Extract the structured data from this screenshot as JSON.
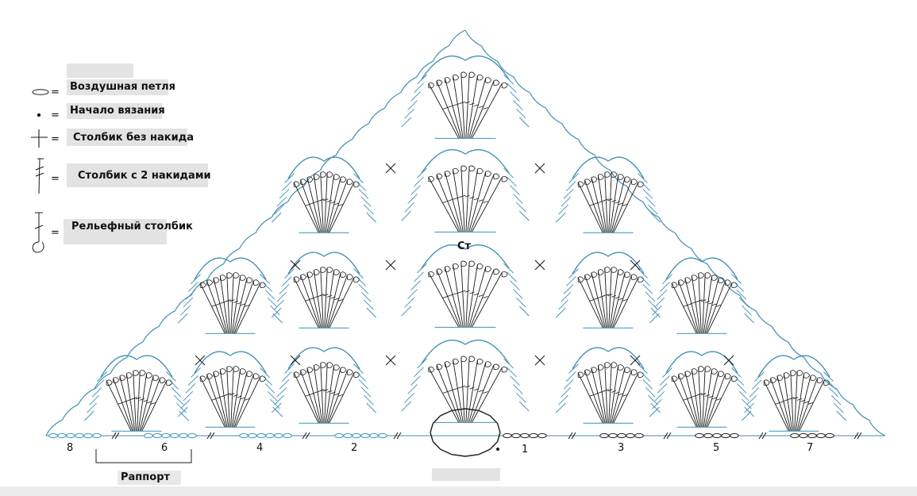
{
  "legend": {
    "items": [
      {
        "label": "Воздушная петля",
        "symbol": "chain-icon"
      },
      {
        "label": "Начало вязания",
        "symbol": "start-dot-icon"
      },
      {
        "label": "Столбик без накида",
        "symbol": "single-crochet-icon"
      },
      {
        "label": "Столбик с 2 накидами",
        "symbol": "double-treble-icon"
      },
      {
        "label": "Рельефный столбик",
        "symbol": "post-stitch-icon"
      }
    ],
    "equals": "="
  },
  "diagram": {
    "center_label": "Ст",
    "row_numbers_left": [
      "8",
      "6",
      "4",
      "2"
    ],
    "row_numbers_right": [
      "1",
      "3",
      "5",
      "7"
    ],
    "repeat_label": "Раппорт",
    "colors": {
      "blue": "#3f8fb4",
      "black": "#1a1a1a"
    }
  }
}
